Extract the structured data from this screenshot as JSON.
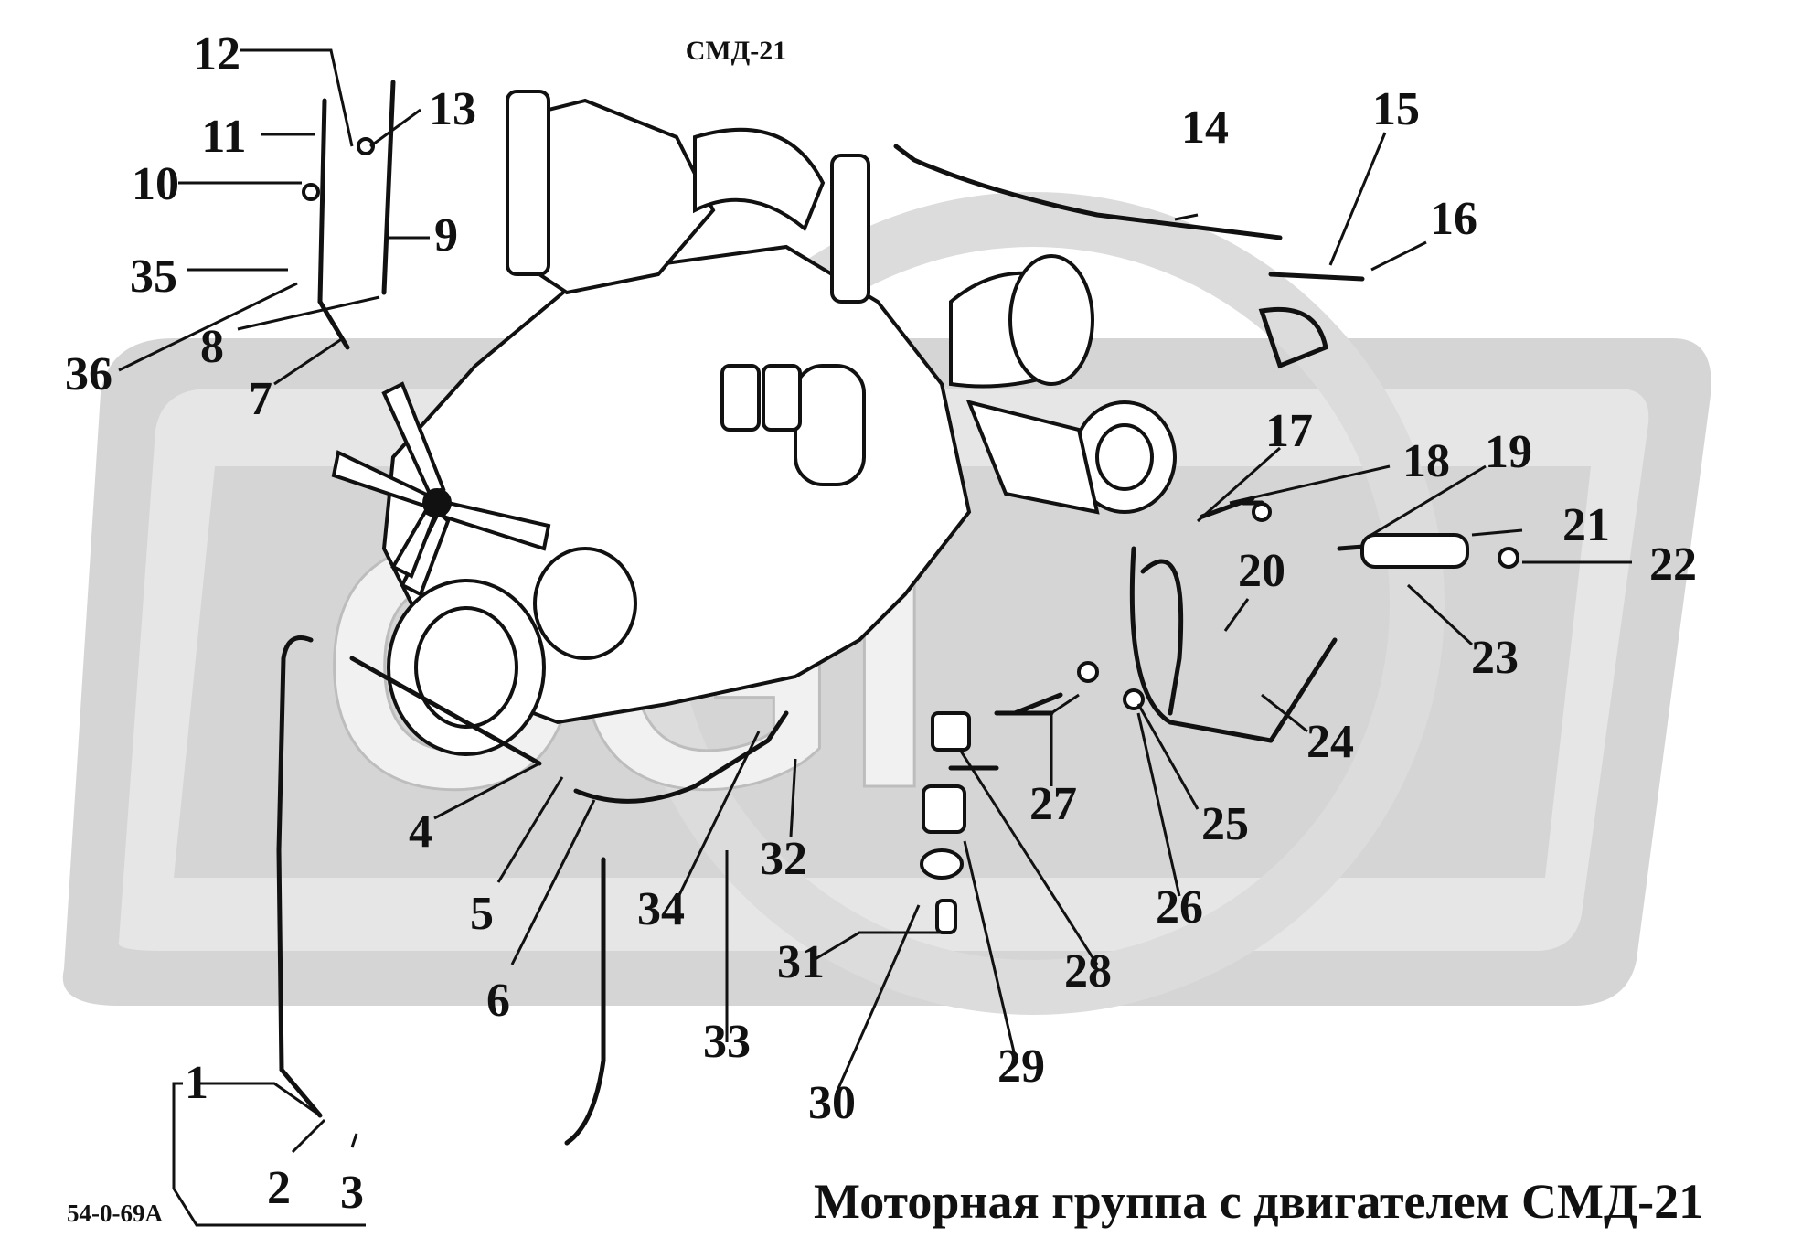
{
  "title": "Моторная группа с двигателем СМД-21",
  "engine_label": "СМД-21",
  "document_code": "54-0-69А",
  "callouts": [
    "1",
    "2",
    "3",
    "4",
    "5",
    "6",
    "7",
    "8",
    "9",
    "10",
    "11",
    "12",
    "13",
    "14",
    "15",
    "16",
    "17",
    "18",
    "19",
    "20",
    "21",
    "22",
    "23",
    "24",
    "25",
    "26",
    "27",
    "28",
    "29",
    "30",
    "31",
    "32",
    "33",
    "34",
    "35",
    "36"
  ],
  "colors": {
    "background": "#ffffff",
    "watermark": "#d5d5d5",
    "watermark_inner": "#e6e6e6",
    "line": "#111111"
  }
}
